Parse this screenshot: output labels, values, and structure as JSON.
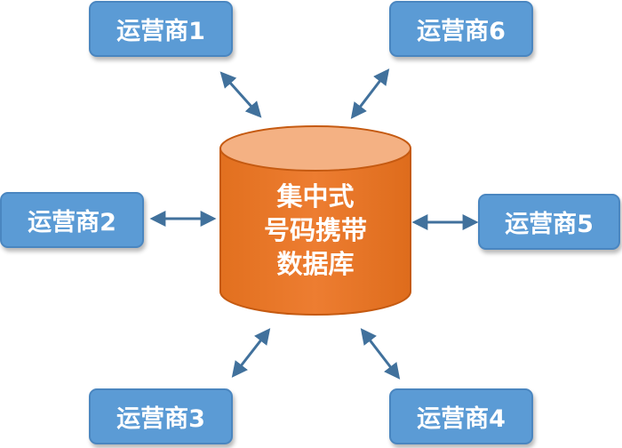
{
  "center": {
    "line1": "集中式",
    "line2": "号码携带",
    "line3": "数据库"
  },
  "operators": {
    "op1": "运营商1",
    "op2": "运营商2",
    "op3": "运营商3",
    "op4": "运营商4",
    "op5": "运营商5",
    "op6": "运营商6"
  },
  "colors": {
    "box_fill": "#5b9bd5",
    "cylinder_body": "#ed7d31",
    "cylinder_top": "#f4b183",
    "arrow": "#41719c"
  }
}
